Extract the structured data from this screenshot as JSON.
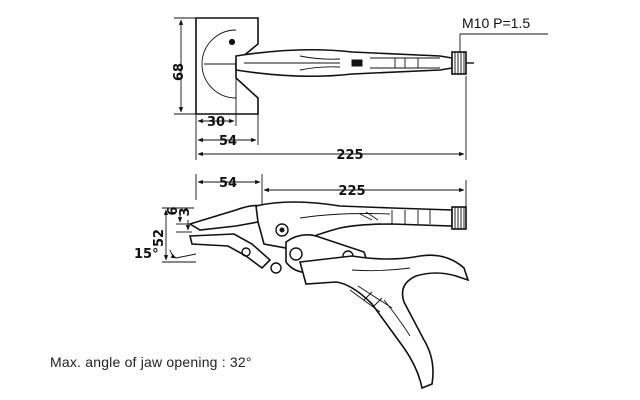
{
  "thread_spec": "M10 P=1.5",
  "top_view": {
    "height_dim": "68",
    "jaw_dim": "30",
    "pivot_dim": "54",
    "length_dim": "225"
  },
  "side_view": {
    "pivot_dim": "54",
    "length_dim": "225",
    "dim_6": "6",
    "dim_3": "3",
    "dim_52": "52",
    "angle": "15°"
  },
  "caption": "Max. angle of jaw opening : 32°"
}
